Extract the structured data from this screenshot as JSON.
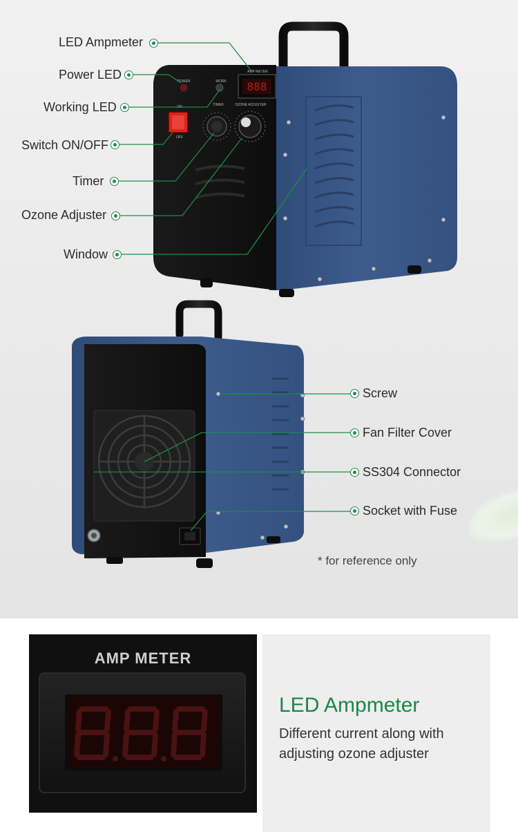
{
  "callouts_front": [
    "LED Ampmeter",
    "Power LED",
    "Working LED",
    "Switch ON/OFF",
    "Timer",
    "Ozone Adjuster",
    "Window"
  ],
  "callouts_back": [
    "Screw",
    "Fan Filter Cover",
    "SS304 Connector",
    "Socket with Fuse"
  ],
  "panel_labels": {
    "amp_meter_small": "AMP METER",
    "power": "POWER",
    "work": "WORK",
    "timer": "TIMER",
    "ozone_adjuster": "OZONE ADJUSTER",
    "on": "ON",
    "off": "OFF"
  },
  "reference_note": "* for reference only",
  "detail": {
    "photo_label": "AMP METER",
    "display_digits": "8.8.8",
    "title": "LED Ampmeter",
    "description": "Different current along with adjusting ozone adjuster"
  },
  "colors": {
    "accent_green": "#1f8a4c",
    "machine_blue": "#3a5785",
    "panel_black": "#141414",
    "led_red": "#c42222"
  }
}
